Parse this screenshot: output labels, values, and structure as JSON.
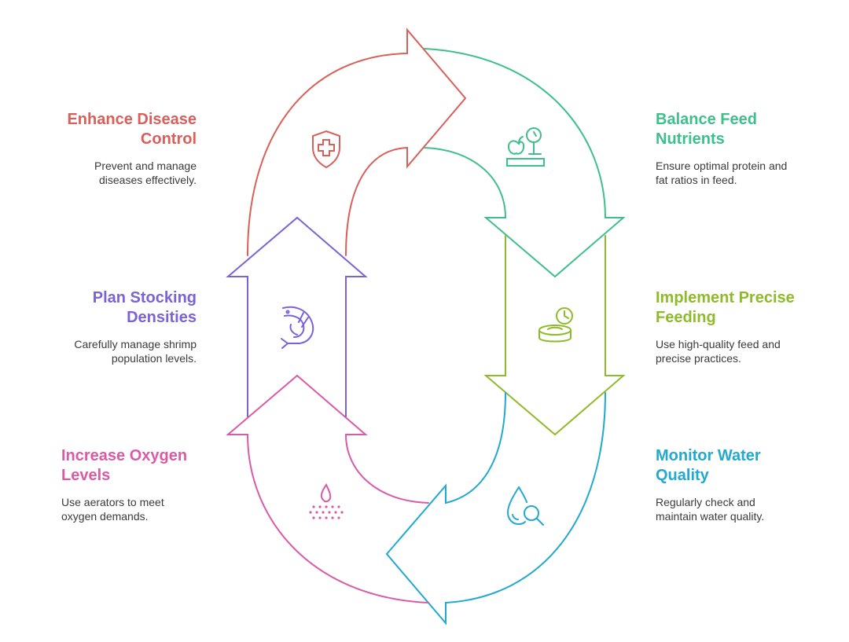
{
  "steps": {
    "disease": {
      "title_line1": "Enhance Disease",
      "title_line2": "Control",
      "desc_line1": "Prevent and manage",
      "desc_line2": "diseases effectively.",
      "color": "#d9605a",
      "icon": "shield-plus-icon"
    },
    "feed": {
      "title_line1": "Balance Feed",
      "title_line2": "Nutrients",
      "desc_line1": "Ensure optimal protein and",
      "desc_line2": "fat ratios in feed.",
      "color": "#3fbf8c",
      "icon": "scale-apple-icon"
    },
    "stocking": {
      "title_line1": "Plan Stocking",
      "title_line2": "Densities",
      "desc_line1": "Carefully manage shrimp",
      "desc_line2": "population levels.",
      "color": "#7b63d6",
      "icon": "shrimp-icon"
    },
    "feeding": {
      "title_line1": "Implement Precise",
      "title_line2": "Feeding",
      "desc_line1": "Use high-quality feed and",
      "desc_line2": "precise practices.",
      "color": "#8fbb2a",
      "icon": "feed-bowl-clock-icon"
    },
    "oxygen": {
      "title_line1": "Increase Oxygen",
      "title_line2": "Levels",
      "desc_line1": "Use aerators to meet",
      "desc_line2": "oxygen demands.",
      "color": "#d95ba6",
      "icon": "aerator-drop-icon"
    },
    "water": {
      "title_line1": "Monitor Water",
      "title_line2": "Quality",
      "desc_line1": "Regularly check and",
      "desc_line2": "maintain water quality.",
      "color": "#22a9cf",
      "icon": "water-drop-search-icon"
    }
  }
}
